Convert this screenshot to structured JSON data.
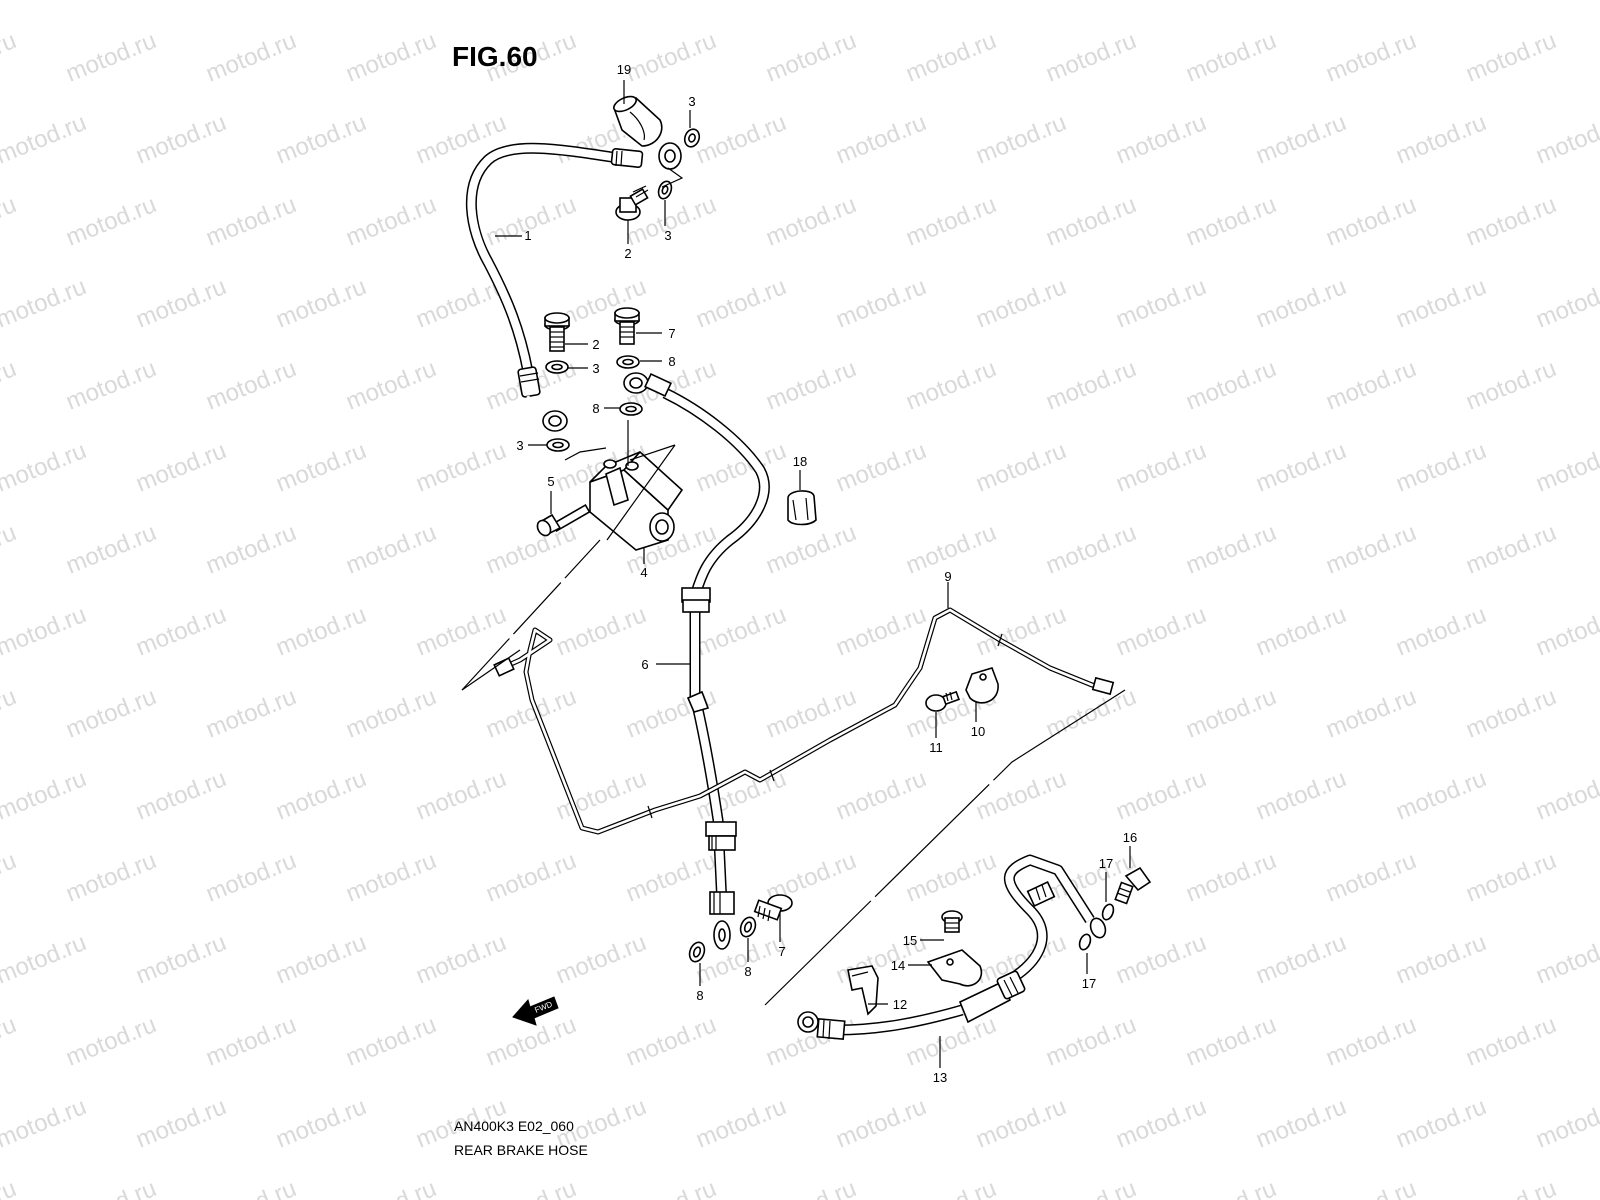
{
  "figure": {
    "title": "FIG.60",
    "model_code": "AN400K3 E02_060",
    "caption": "REAR BRAKE HOSE",
    "fwd_label": "FWD"
  },
  "watermark": {
    "text": "motod.ru"
  },
  "callouts": [
    {
      "id": "c-19",
      "label": "19"
    },
    {
      "id": "c-3a",
      "label": "3"
    },
    {
      "id": "c-1",
      "label": "1"
    },
    {
      "id": "c-2a",
      "label": "2"
    },
    {
      "id": "c-3b",
      "label": "3"
    },
    {
      "id": "c-2b",
      "label": "2"
    },
    {
      "id": "c-3c",
      "label": "3"
    },
    {
      "id": "c-7a",
      "label": "7"
    },
    {
      "id": "c-8a",
      "label": "8"
    },
    {
      "id": "c-8b",
      "label": "8"
    },
    {
      "id": "c-3d",
      "label": "3"
    },
    {
      "id": "c-5",
      "label": "5"
    },
    {
      "id": "c-4",
      "label": "4"
    },
    {
      "id": "c-18",
      "label": "18"
    },
    {
      "id": "c-6",
      "label": "6"
    },
    {
      "id": "c-9",
      "label": "9"
    },
    {
      "id": "c-10",
      "label": "10"
    },
    {
      "id": "c-11",
      "label": "11"
    },
    {
      "id": "c-16",
      "label": "16"
    },
    {
      "id": "c-17a",
      "label": "17"
    },
    {
      "id": "c-17b",
      "label": "17"
    },
    {
      "id": "c-15",
      "label": "15"
    },
    {
      "id": "c-14",
      "label": "14"
    },
    {
      "id": "c-12",
      "label": "12"
    },
    {
      "id": "c-13",
      "label": "13"
    },
    {
      "id": "c-8c",
      "label": "8"
    },
    {
      "id": "c-8d",
      "label": "8"
    },
    {
      "id": "c-7b",
      "label": "7"
    }
  ]
}
